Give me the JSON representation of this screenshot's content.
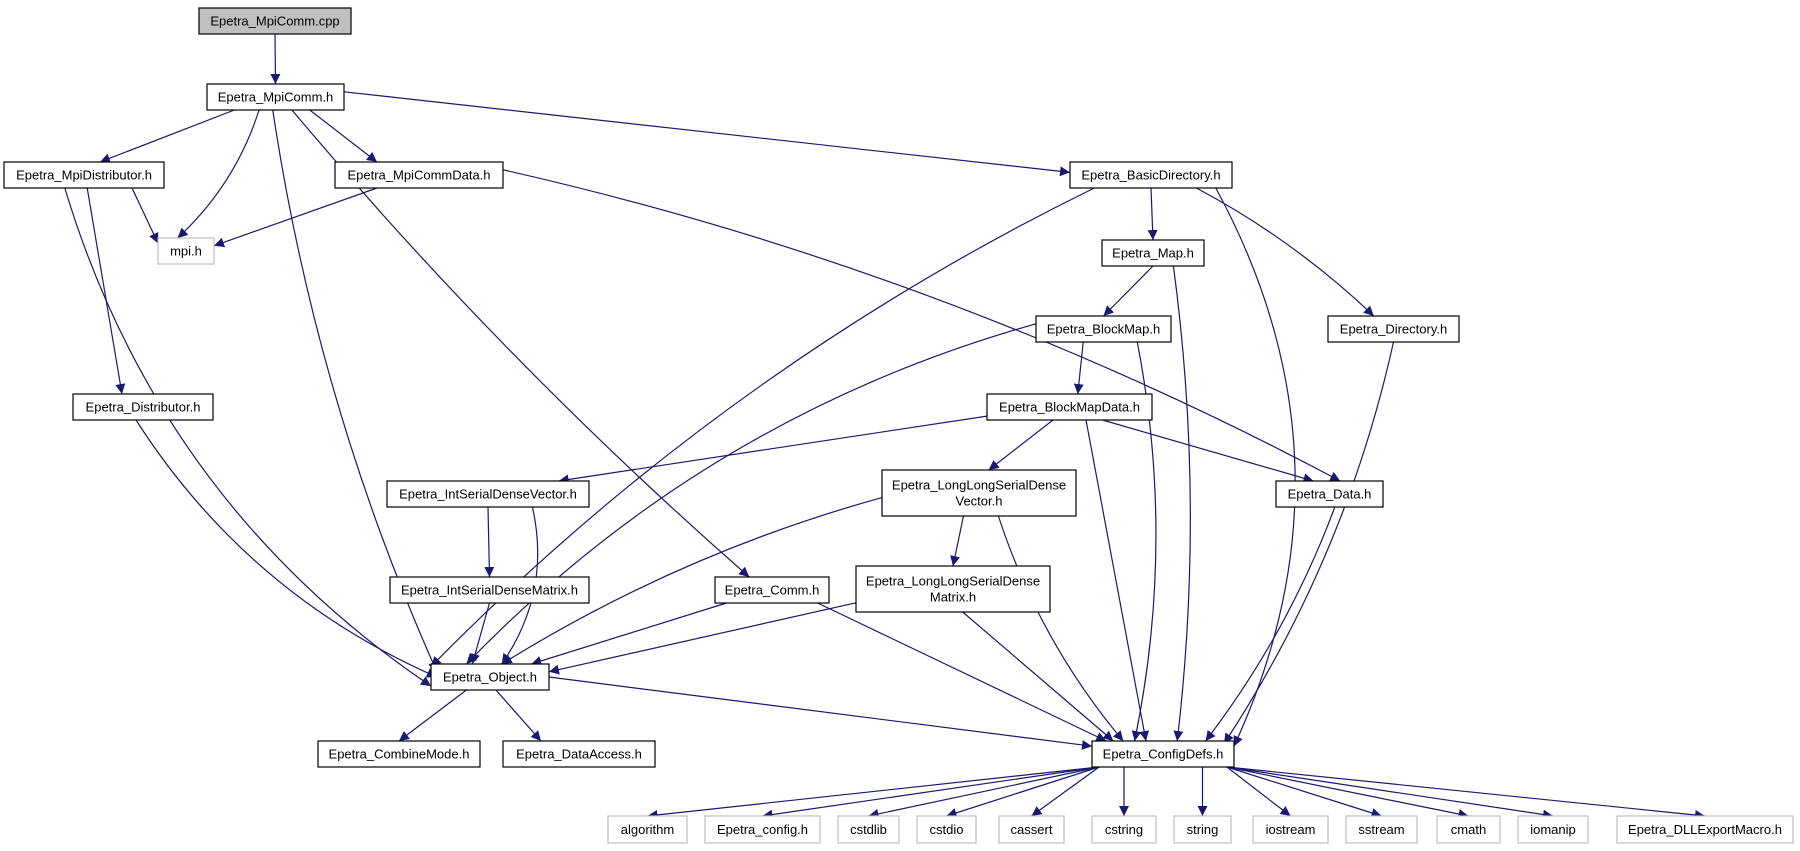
{
  "colors": {
    "edge": "#191970",
    "node_border": "#000000",
    "external_border": "#bfbfbf",
    "root_fill": "#bfbfbf"
  },
  "nodes": {
    "mpicomm_cpp": [
      "Epetra_MpiComm.cpp"
    ],
    "mpicomm_h": [
      "Epetra_MpiComm.h"
    ],
    "mpidistributor_h": [
      "Epetra_MpiDistributor.h"
    ],
    "mpicommdata_h": [
      "Epetra_MpiCommData.h"
    ],
    "basicdirectory_h": [
      "Epetra_BasicDirectory.h"
    ],
    "mpi_h": [
      "mpi.h"
    ],
    "map_h": [
      "Epetra_Map.h"
    ],
    "blockmap_h": [
      "Epetra_BlockMap.h"
    ],
    "directory_h": [
      "Epetra_Directory.h"
    ],
    "distributor_h": [
      "Epetra_Distributor.h"
    ],
    "blockmapdata_h": [
      "Epetra_BlockMapData.h"
    ],
    "intserialdensevector_h": [
      "Epetra_IntSerialDenseVector.h"
    ],
    "longlongserialdensevector_h": [
      "Epetra_LongLongSerialDense",
      "Vector.h"
    ],
    "data_h": [
      "Epetra_Data.h"
    ],
    "intserialdensematrix_h": [
      "Epetra_IntSerialDenseMatrix.h"
    ],
    "comm_h": [
      "Epetra_Comm.h"
    ],
    "longlongserialdensematrix_h": [
      "Epetra_LongLongSerialDense",
      "Matrix.h"
    ],
    "object_h": [
      "Epetra_Object.h"
    ],
    "combinemode_h": [
      "Epetra_CombineMode.h"
    ],
    "dataaccess_h": [
      "Epetra_DataAccess.h"
    ],
    "configdefs_h": [
      "Epetra_ConfigDefs.h"
    ],
    "algorithm": [
      "algorithm"
    ],
    "epetra_config_h": [
      "Epetra_config.h"
    ],
    "cstdlib": [
      "cstdlib"
    ],
    "cstdio": [
      "cstdio"
    ],
    "cassert": [
      "cassert"
    ],
    "cstring": [
      "cstring"
    ],
    "string": [
      "string"
    ],
    "iostream": [
      "iostream"
    ],
    "sstream": [
      "sstream"
    ],
    "cmath": [
      "cmath"
    ],
    "iomanip": [
      "iomanip"
    ],
    "dllexportmacro_h": [
      "Epetra_DLLExportMacro.h"
    ]
  },
  "edges": [
    [
      "mpicomm_cpp",
      "mpicomm_h"
    ],
    [
      "mpicomm_h",
      "mpidistributor_h"
    ],
    [
      "mpicomm_h",
      "mpi_h"
    ],
    [
      "mpicomm_h",
      "mpicommdata_h"
    ],
    [
      "mpicomm_h",
      "object_h"
    ],
    [
      "mpicomm_h",
      "comm_h"
    ],
    [
      "mpicomm_h",
      "basicdirectory_h"
    ],
    [
      "mpidistributor_h",
      "mpi_h"
    ],
    [
      "mpidistributor_h",
      "distributor_h"
    ],
    [
      "mpidistributor_h",
      "object_h"
    ],
    [
      "mpicommdata_h",
      "mpi_h"
    ],
    [
      "mpicommdata_h",
      "data_h"
    ],
    [
      "basicdirectory_h",
      "map_h"
    ],
    [
      "basicdirectory_h",
      "directory_h"
    ],
    [
      "basicdirectory_h",
      "object_h"
    ],
    [
      "basicdirectory_h",
      "configdefs_h"
    ],
    [
      "map_h",
      "blockmap_h"
    ],
    [
      "map_h",
      "configdefs_h"
    ],
    [
      "blockmap_h",
      "blockmapdata_h"
    ],
    [
      "blockmap_h",
      "object_h"
    ],
    [
      "blockmap_h",
      "configdefs_h"
    ],
    [
      "directory_h",
      "configdefs_h"
    ],
    [
      "distributor_h",
      "object_h"
    ],
    [
      "blockmapdata_h",
      "intserialdensevector_h"
    ],
    [
      "blockmapdata_h",
      "longlongserialdensevector_h"
    ],
    [
      "blockmapdata_h",
      "data_h"
    ],
    [
      "blockmapdata_h",
      "configdefs_h"
    ],
    [
      "intserialdensevector_h",
      "intserialdensematrix_h"
    ],
    [
      "intserialdensevector_h",
      "object_h"
    ],
    [
      "longlongserialdensevector_h",
      "longlongserialdensematrix_h"
    ],
    [
      "longlongserialdensevector_h",
      "object_h"
    ],
    [
      "longlongserialdensevector_h",
      "configdefs_h"
    ],
    [
      "data_h",
      "configdefs_h"
    ],
    [
      "intserialdensematrix_h",
      "object_h"
    ],
    [
      "comm_h",
      "object_h"
    ],
    [
      "comm_h",
      "configdefs_h"
    ],
    [
      "longlongserialdensematrix_h",
      "object_h"
    ],
    [
      "longlongserialdensematrix_h",
      "configdefs_h"
    ],
    [
      "object_h",
      "combinemode_h"
    ],
    [
      "object_h",
      "dataaccess_h"
    ],
    [
      "object_h",
      "configdefs_h"
    ],
    [
      "configdefs_h",
      "algorithm"
    ],
    [
      "configdefs_h",
      "epetra_config_h"
    ],
    [
      "configdefs_h",
      "cstdlib"
    ],
    [
      "configdefs_h",
      "cstdio"
    ],
    [
      "configdefs_h",
      "cassert"
    ],
    [
      "configdefs_h",
      "cstring"
    ],
    [
      "configdefs_h",
      "string"
    ],
    [
      "configdefs_h",
      "iostream"
    ],
    [
      "configdefs_h",
      "sstream"
    ],
    [
      "configdefs_h",
      "cmath"
    ],
    [
      "configdefs_h",
      "iomanip"
    ],
    [
      "configdefs_h",
      "dllexportmacro_h"
    ]
  ]
}
